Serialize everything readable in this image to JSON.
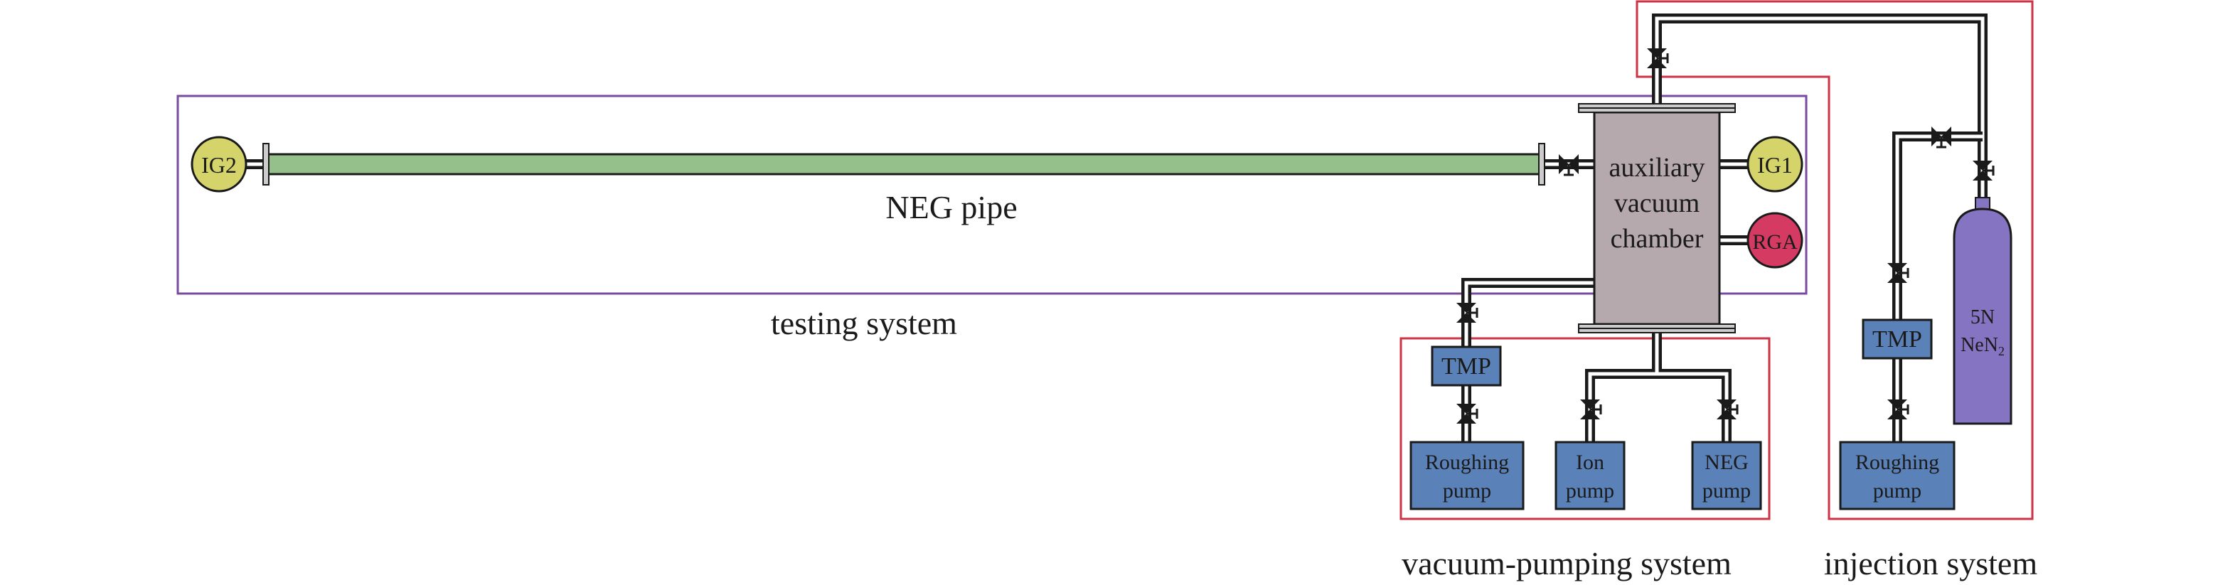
{
  "labels": {
    "neg_pipe": "NEG pipe",
    "testing_system": "testing system",
    "vacuum_pumping_system": "vacuum-pumping system",
    "injection_system": "injection system",
    "chamber": [
      "auxiliary",
      "vacuum",
      "chamber"
    ],
    "ig1": "IG1",
    "ig2": "IG2",
    "rga": "RGA",
    "tmp_left": "TMP",
    "tmp_right": "TMP",
    "roughing_pump_left": [
      "Roughing",
      "pump"
    ],
    "ion_pump": [
      "Ion",
      "pump"
    ],
    "neg_pump": [
      "NEG",
      "pump"
    ],
    "roughing_pump_right": [
      "Roughing",
      "pump"
    ],
    "cylinder": {
      "line1": "5N",
      "line2_main": "NeN",
      "line2_sub": "2"
    }
  },
  "colors": {
    "pipe_green": "#95c08b",
    "chamber_gray": "#b6a9ad",
    "gauge_yellow": "#d4d46a",
    "rga_red": "#d43a62",
    "pump_blue": "#5b82b8",
    "cylinder_purple": "#8474c2",
    "frame_purple": "#7a4aa0",
    "frame_red": "#cc3344"
  }
}
